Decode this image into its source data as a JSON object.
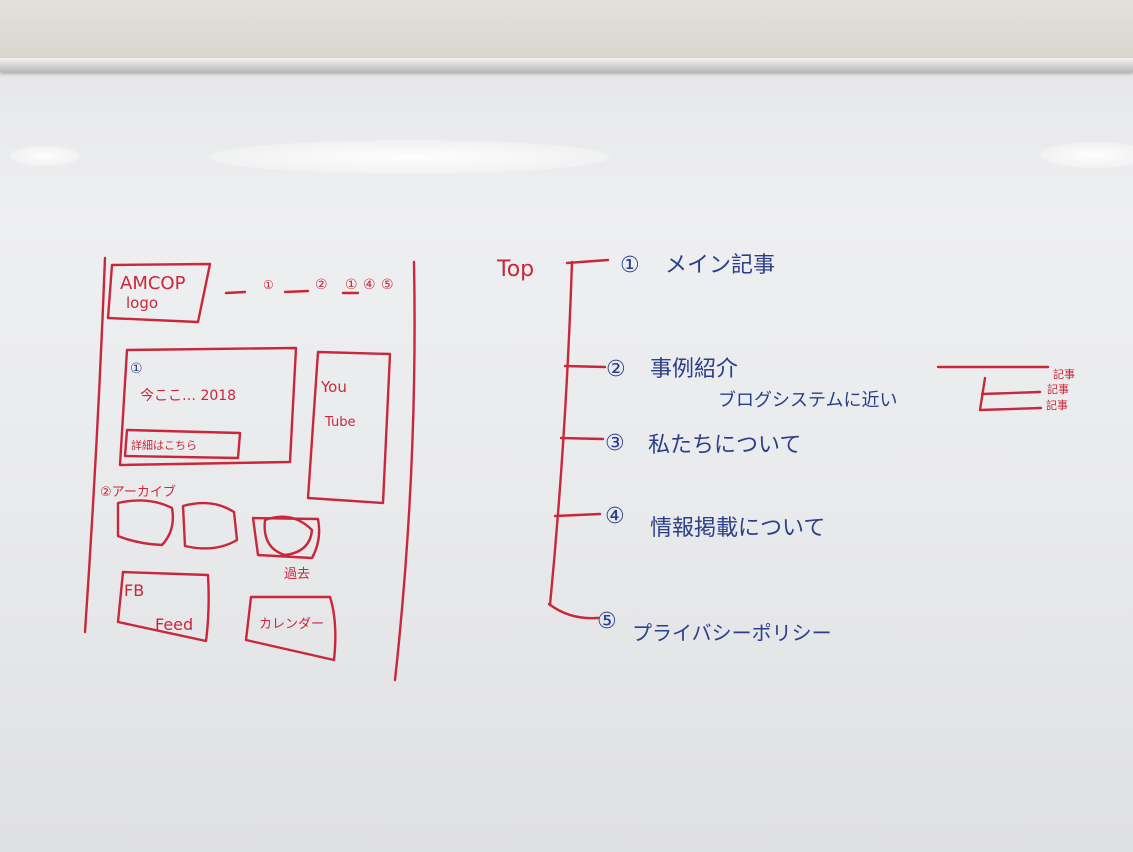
{
  "wireframe": {
    "logo": "AMCOP logo",
    "logo_line1": "AMCOP",
    "logo_line2": "logo",
    "nav": [
      "①",
      "②",
      "①",
      "④",
      "⑤"
    ],
    "hero_number": "①",
    "hero_text": "今ここ… 2018",
    "hero_button": "詳細はこちら",
    "youtube_line1": "You",
    "youtube_line2": "Tube",
    "archive_label": "②アーカイブ",
    "archive_note": "過去",
    "fb_line1": "FB",
    "fb_line2": "Feed",
    "calendar": "カレンダー"
  },
  "sitemap": {
    "root": "Top",
    "items": [
      {
        "num": "①",
        "label": "メイン記事"
      },
      {
        "num": "②",
        "label": "事例紹介",
        "note": "ブログシステムに近い"
      },
      {
        "num": "③",
        "label": "私たちについて"
      },
      {
        "num": "④",
        "label": "情報掲載について"
      },
      {
        "num": "⑤",
        "label": "プライバシーポリシー"
      }
    ],
    "branch_labels": [
      "記事",
      "記事",
      "記事"
    ]
  },
  "colors": {
    "red_marker": "#c8283a",
    "blue_marker": "#2b3e8c",
    "board": "#eceded"
  }
}
